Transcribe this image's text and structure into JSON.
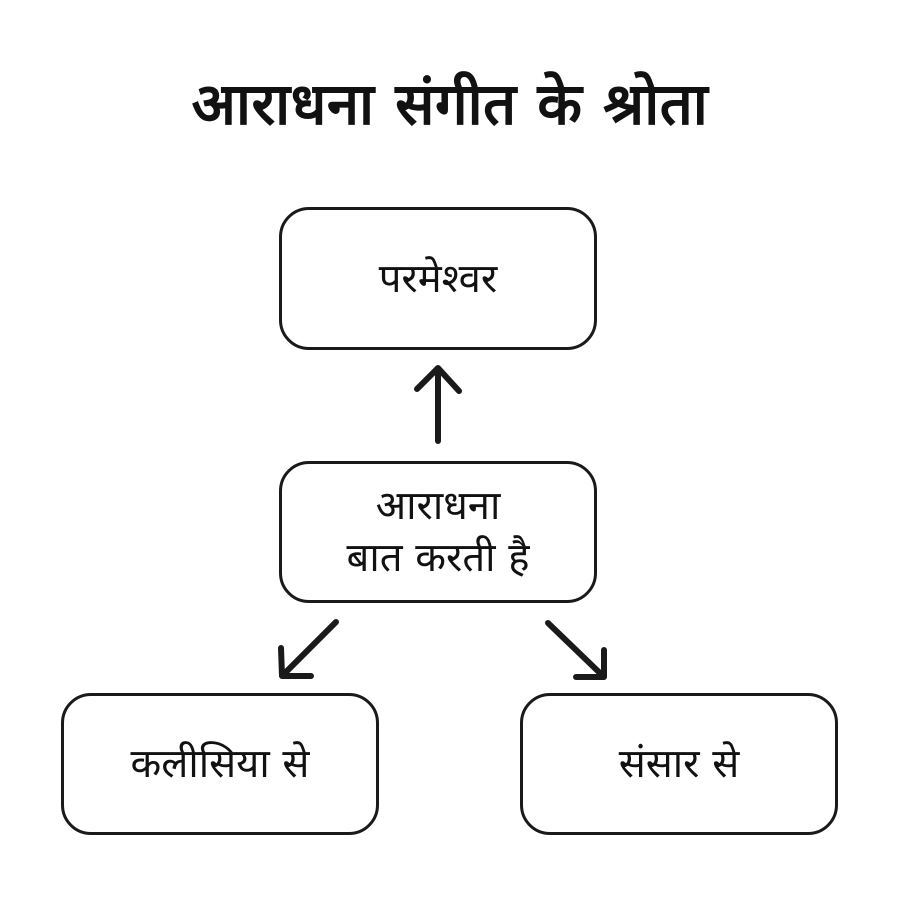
{
  "title": "आराधना संगीत के श्रोता",
  "nodes": {
    "top": "परमेश्वर",
    "center_line1": "आराधना",
    "center_line2": "बात करती है",
    "bottom_left": "कलीसिया से",
    "bottom_right": "संसार से"
  },
  "colors": {
    "stroke": "#1a1a1a",
    "background": "#ffffff"
  }
}
